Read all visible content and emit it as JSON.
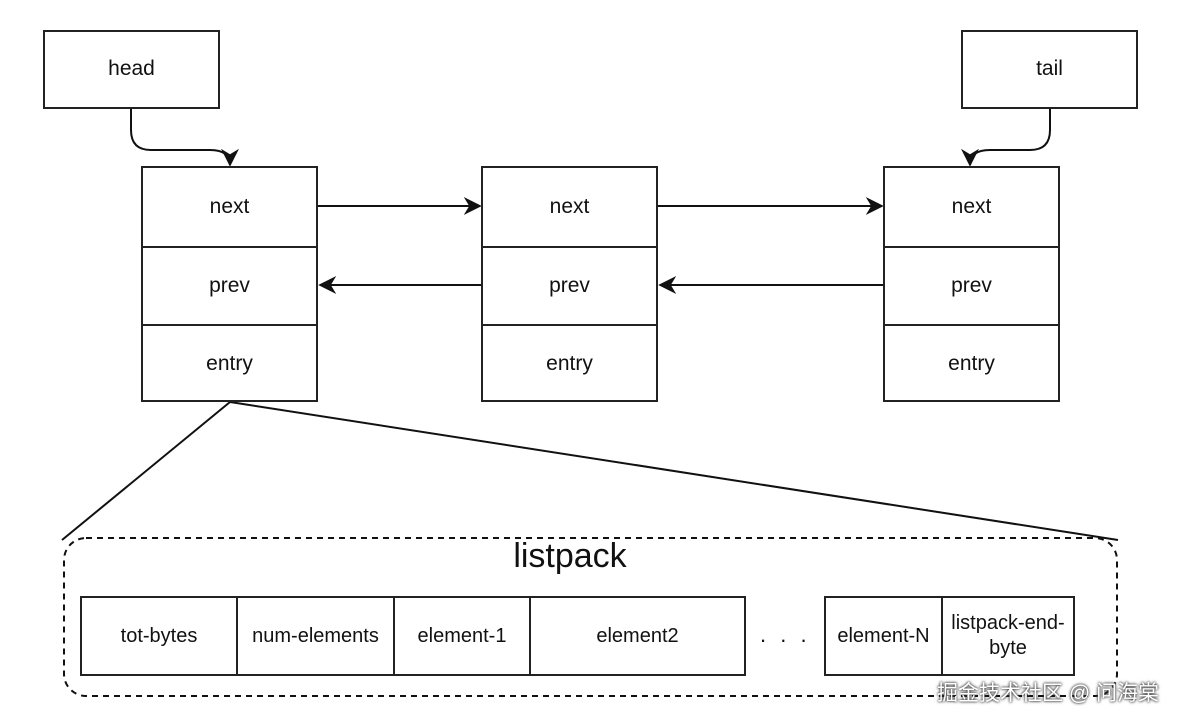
{
  "pointers": {
    "head": "head",
    "tail": "tail"
  },
  "nodes": [
    {
      "next": "next",
      "prev": "prev",
      "entry": "entry"
    },
    {
      "next": "next",
      "prev": "prev",
      "entry": "entry"
    },
    {
      "next": "next",
      "prev": "prev",
      "entry": "entry"
    }
  ],
  "listpack": {
    "title": "listpack",
    "cells": [
      "tot-bytes",
      "num-elements",
      "element-1",
      "element2",
      "element-N",
      "listpack-end-byte"
    ],
    "ellipsis": ". . ."
  },
  "credit": "掘金技术社区 @ 问海棠",
  "colors": {
    "stroke": "#222222",
    "background": "#ffffff"
  }
}
